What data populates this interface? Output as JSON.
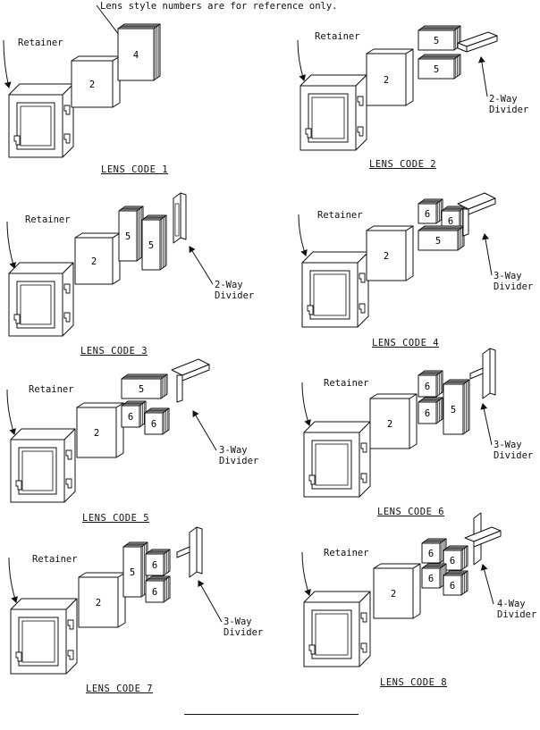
{
  "note": "Lens style numbers are for reference only.",
  "retainer_label": "Retainer",
  "panels": [
    {
      "code": "LENS CODE 1",
      "filter_label": "2",
      "lens_labels": [
        "4"
      ],
      "divider_label": ""
    },
    {
      "code": "LENS CODE 2",
      "filter_label": "2",
      "lens_labels": [
        "5",
        "5"
      ],
      "divider_label": "2-Way\nDivider"
    },
    {
      "code": "LENS CODE 3",
      "filter_label": "2",
      "lens_labels": [
        "5",
        "5"
      ],
      "divider_label": "2-Way\nDivider"
    },
    {
      "code": "LENS CODE 4",
      "filter_label": "2",
      "lens_labels": [
        "6",
        "6",
        "5"
      ],
      "divider_label": "3-Way\nDivider"
    },
    {
      "code": "LENS CODE 5",
      "filter_label": "2",
      "lens_labels": [
        "5",
        "6",
        "6"
      ],
      "divider_label": "3-Way\nDivider"
    },
    {
      "code": "LENS CODE 6",
      "filter_label": "2",
      "lens_labels": [
        "6",
        "6",
        "5"
      ],
      "divider_label": "3-Way\nDivider"
    },
    {
      "code": "LENS CODE 7",
      "filter_label": "2",
      "lens_labels": [
        "5",
        "6",
        "6"
      ],
      "divider_label": "3-Way\nDivider"
    },
    {
      "code": "LENS CODE 8",
      "filter_label": "2",
      "lens_labels": [
        "6",
        "6",
        "6",
        "6"
      ],
      "divider_label": "4-Way\nDivider"
    }
  ]
}
